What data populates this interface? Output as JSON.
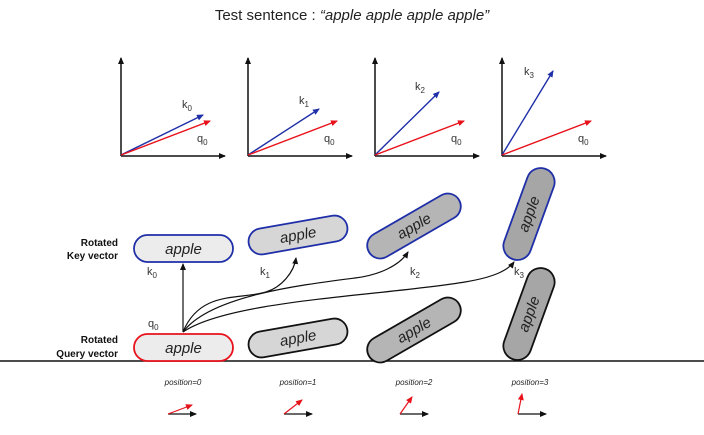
{
  "title": {
    "prefix": "Test sentence : ",
    "sentence": "“apple apple apple apple”"
  },
  "row_labels": {
    "key_line1": "Rotated",
    "key_line2": "Key vector",
    "query_line1": "Rotated",
    "query_line2": "Query vector"
  },
  "word": "apple",
  "query_symbol": "q",
  "key_symbol": "k",
  "subscripts": [
    "0",
    "1",
    "2",
    "3"
  ],
  "positions": [
    "position=0",
    "position=1",
    "position=2",
    "position=3"
  ],
  "colors": {
    "key_vector": "#1f2fa8",
    "query_vector": "#e8121b",
    "key_pill_border": "#1f2fa8",
    "query_pill_border": "#e8121b",
    "other_pill_border": "#111111",
    "pill_fill_light": "#ececec",
    "pill_fill_mid": "#cfcfcf",
    "pill_fill_dark": "#a6a6a6"
  }
}
